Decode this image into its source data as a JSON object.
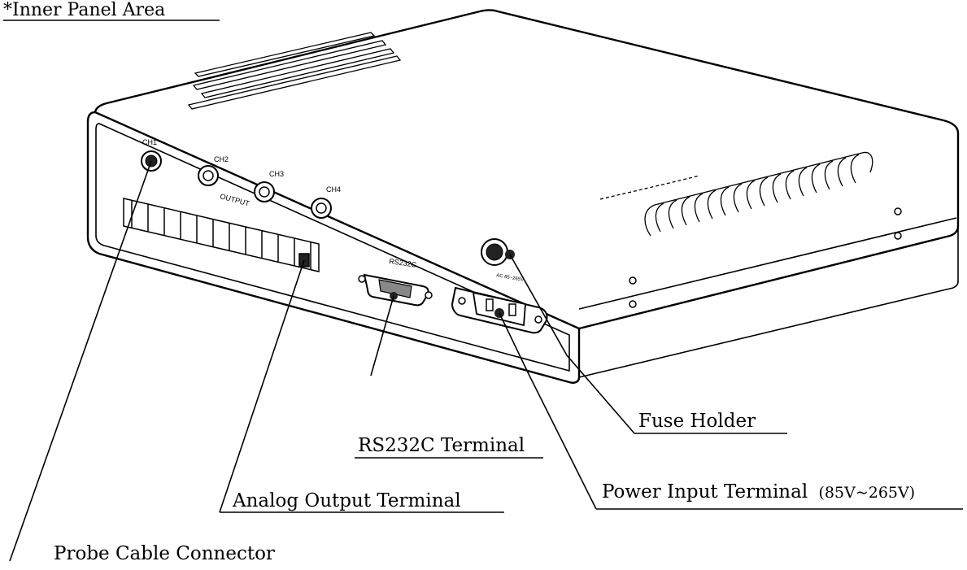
{
  "heading": "*Inner Panel Area",
  "device": {
    "channels": [
      "CH1",
      "CH2",
      "CH3",
      "CH4"
    ],
    "output_label": "OUTPUT",
    "rs232c_label": "RS232C",
    "power_rating_label": "AC 85~265V"
  },
  "callouts": {
    "fuse_holder": "Fuse Holder",
    "rs232c_terminal": "RS232C Terminal",
    "power_input_terminal": "Power Input Terminal",
    "power_input_range": "(85V~265V)",
    "analog_output_terminal": "Analog Output Terminal",
    "probe_cable_connector": "Probe Cable Connector"
  }
}
